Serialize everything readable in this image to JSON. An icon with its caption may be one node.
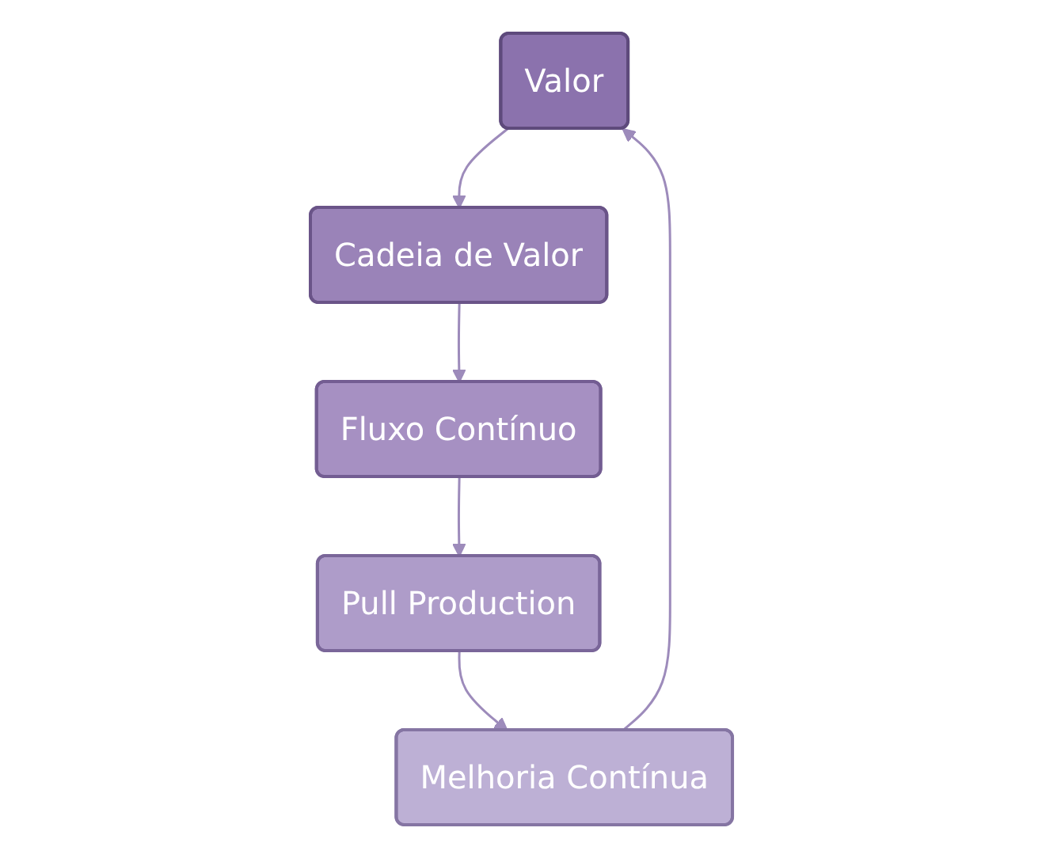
{
  "diagram": {
    "nodes": [
      {
        "text": [
          "Valor"
        ]
      },
      {
        "text": [
          "Cadeia de Valor"
        ]
      },
      {
        "text": [
          "Fluxo Contínuo"
        ]
      },
      {
        "text": [
          "Pull Production"
        ]
      },
      {
        "text": [
          "Melhoria Contínua"
        ]
      }
    ],
    "edges": [
      {
        "from": 0,
        "to": 1,
        "arrow": "to"
      },
      {
        "from": 1,
        "to": 2,
        "arrow": "to"
      },
      {
        "from": 2,
        "to": 3,
        "arrow": "to"
      },
      {
        "from": 3,
        "to": 4,
        "arrow": "to"
      },
      {
        "from": 4,
        "to": 0,
        "arrow": "to"
      }
    ]
  }
}
